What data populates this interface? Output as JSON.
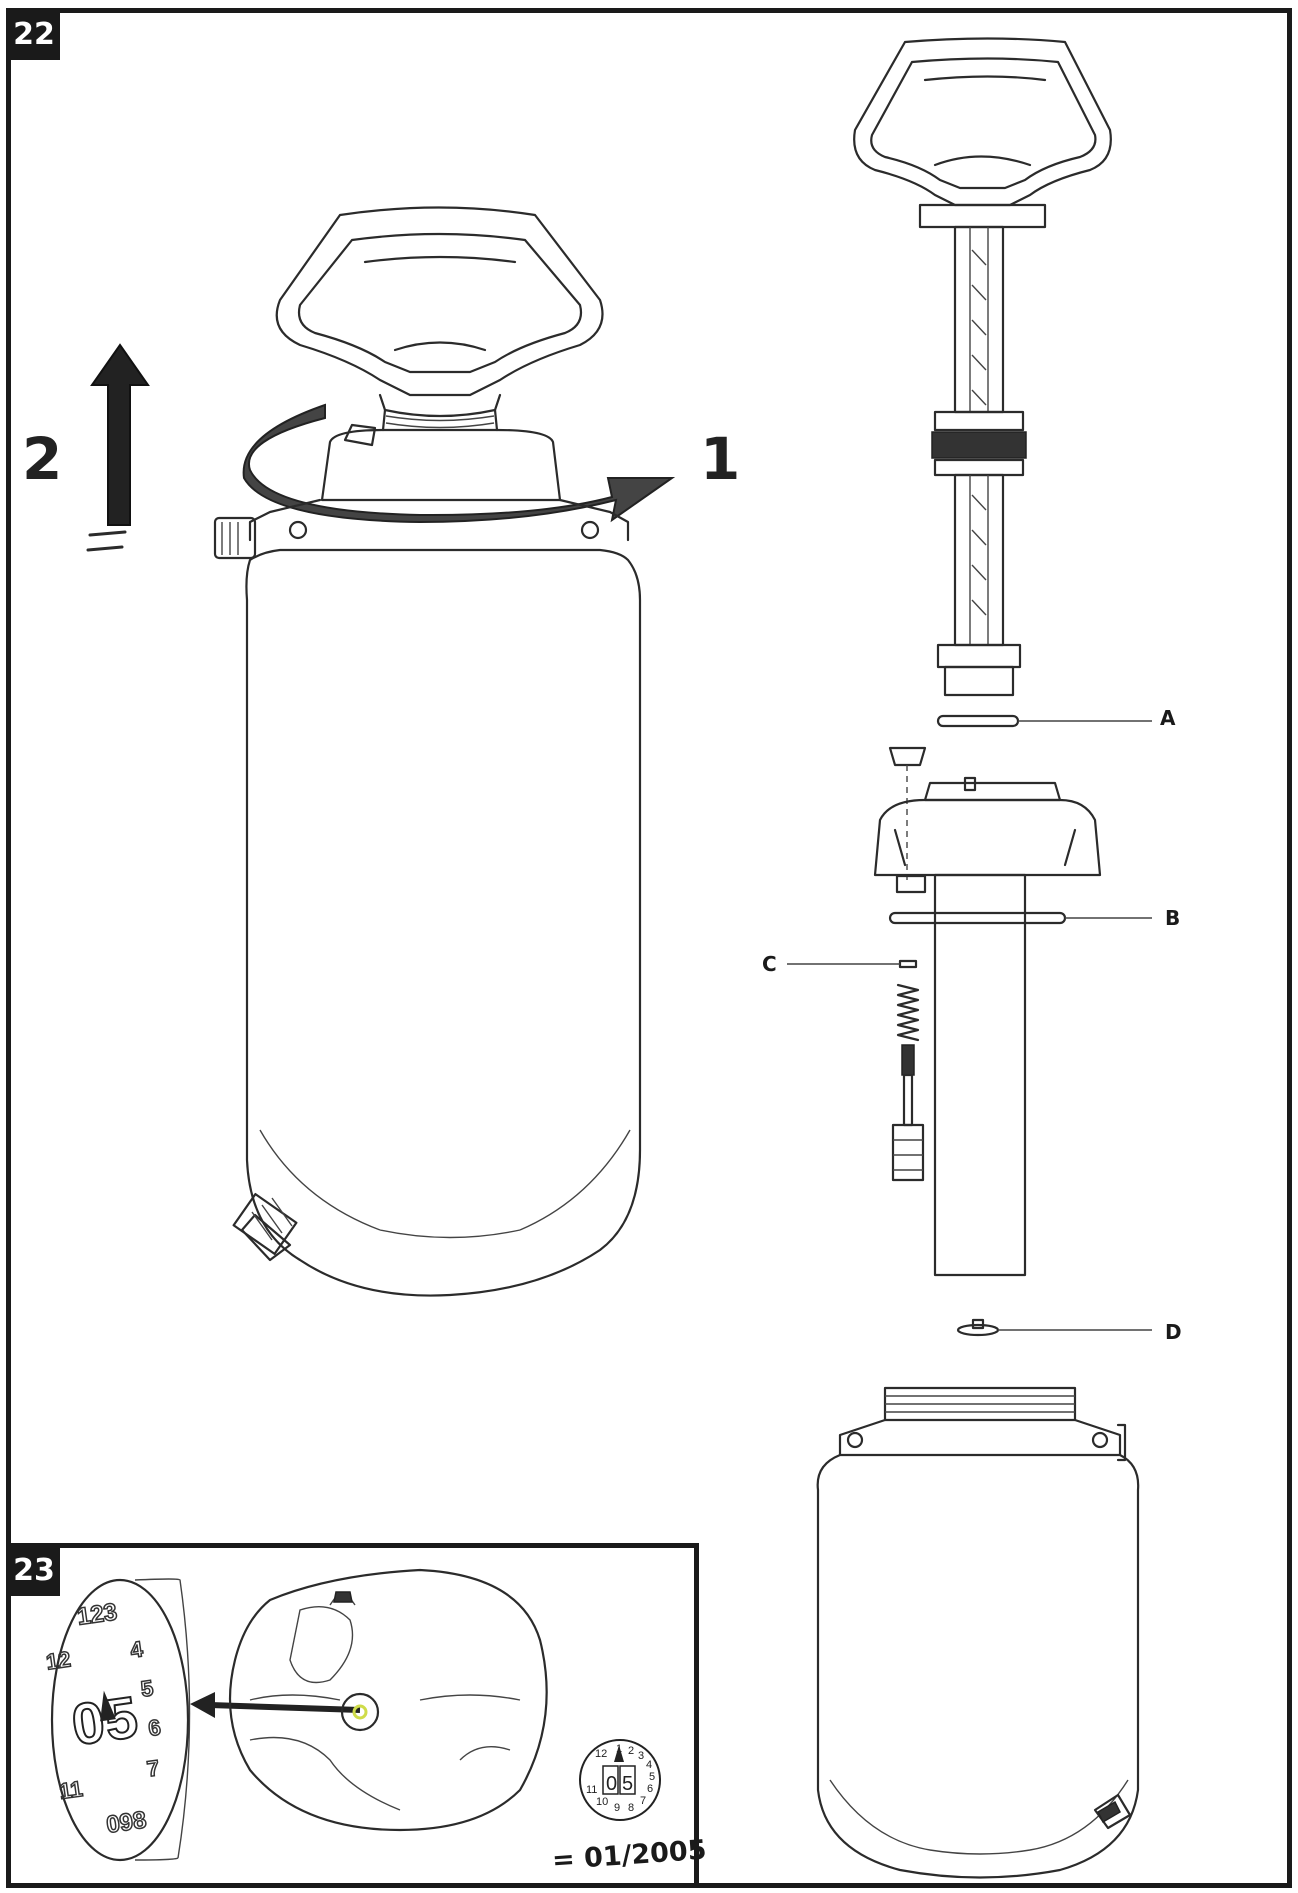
{
  "panels": {
    "p22": {
      "badge": "22"
    },
    "p23": {
      "badge": "23"
    }
  },
  "steps": {
    "one": "1",
    "two": "2"
  },
  "callouts": {
    "a": "A",
    "b": "B",
    "c": "C",
    "d": "D"
  },
  "dial": {
    "center": "05",
    "small_numbers": [
      "1",
      "2",
      "3",
      "4",
      "5",
      "6",
      "7",
      "8",
      "9",
      "10",
      "11",
      "12"
    ]
  },
  "date_result": "= 01/2005",
  "colors": {
    "line": "#2b2b2b",
    "badge": "#1a1a1a",
    "part_fill": "#b5b5b5",
    "sticker_dot": "#cfdc4a"
  }
}
